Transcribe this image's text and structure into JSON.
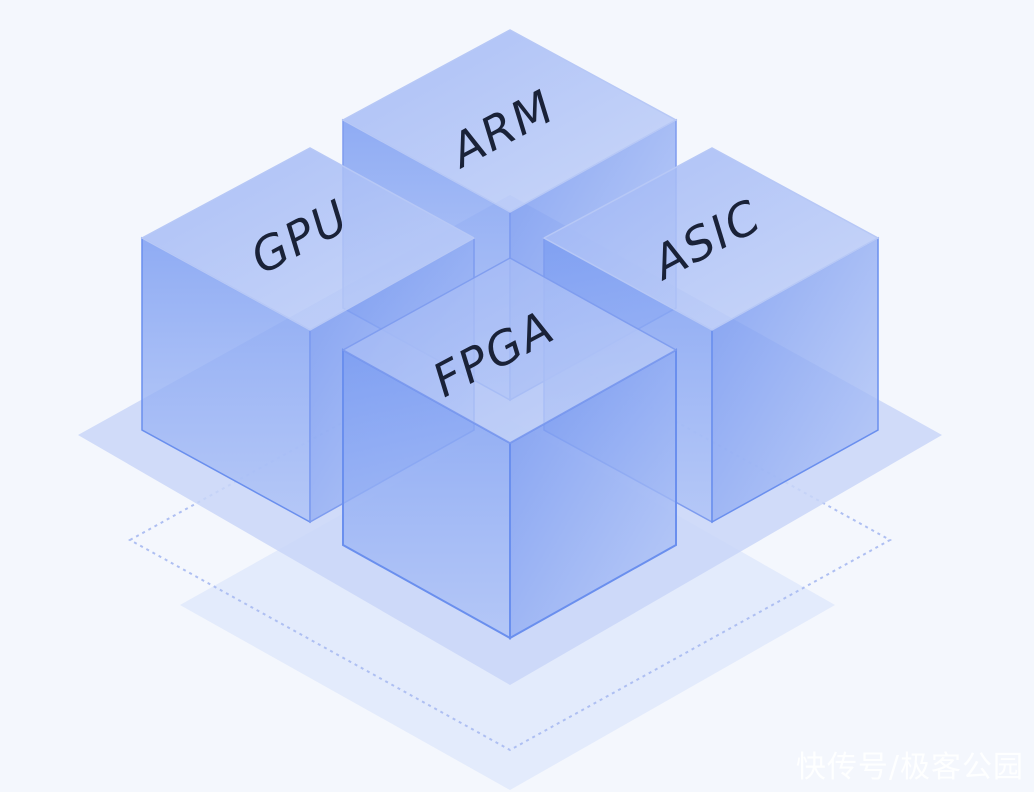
{
  "cubes": [
    {
      "id": "arm",
      "label": "ARM"
    },
    {
      "id": "gpu",
      "label": "GPU"
    },
    {
      "id": "asic",
      "label": "ASIC"
    },
    {
      "id": "fpga",
      "label": "FPGA"
    }
  ],
  "watermark": "快传号/极客公园",
  "colors": {
    "background": "#f4f7fd",
    "cube": "#7b9cf0",
    "edge": "#6a8fee",
    "platform": "#c9d6f8"
  }
}
